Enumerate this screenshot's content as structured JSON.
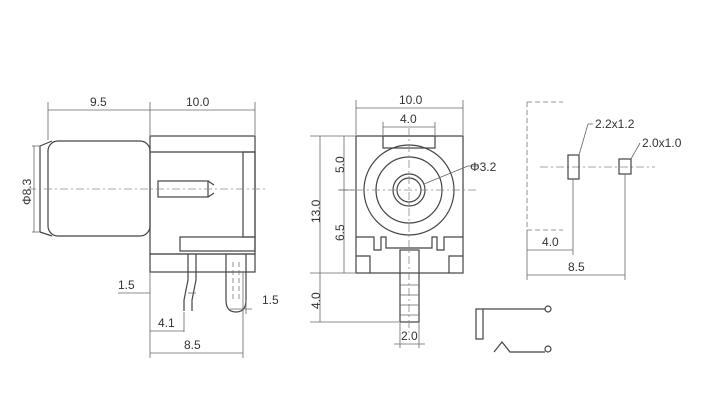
{
  "dimensions": {
    "side_left_width": "9.5",
    "side_right_width": "10.0",
    "side_diameter": "8.3",
    "side_pin_gap": "1.5",
    "side_pin_right": "1.5",
    "side_pin_offset": "4.1",
    "side_total": "8.5",
    "front_width": "10.0",
    "front_inner_width": "4.0",
    "front_diameter": "3.2",
    "front_upper": "5.0",
    "front_height": "13.0",
    "front_lower": "6.5",
    "front_pin_length": "4.0",
    "front_pin_width": "2.0",
    "pcb_hole_large": "2.2x1.2",
    "pcb_hole_small": "2.0x1.0",
    "pcb_offset": "4.0",
    "pcb_span": "8.5"
  }
}
